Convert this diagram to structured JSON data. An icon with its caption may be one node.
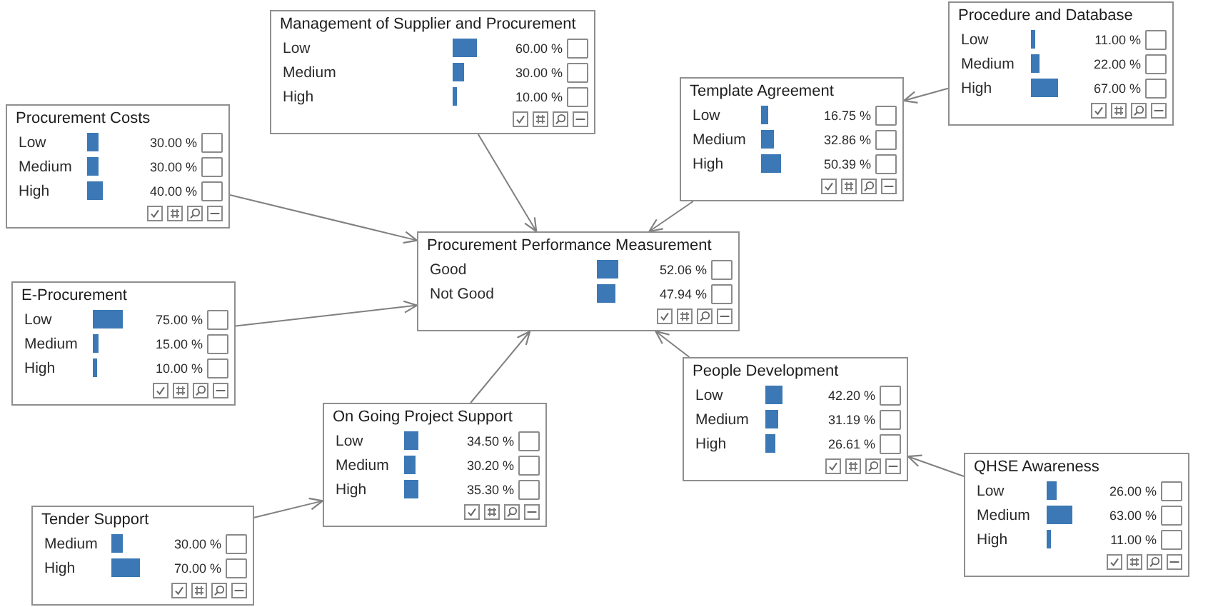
{
  "diagram": {
    "nodes": [
      {
        "text": [
          "Management of Supplier and Procurement",
          "Low",
          "60.00 %",
          "Medium",
          "30.00 %",
          "High",
          "10.00 %"
        ]
      },
      {
        "text": [
          "Procedure and Database",
          "Low",
          "11.00 %",
          "Medium",
          "22.00 %",
          "High",
          "67.00 %"
        ]
      },
      {
        "text": [
          "Template Agreement",
          "Low",
          "16.75 %",
          "Medium",
          "32.86 %",
          "High",
          "50.39 %"
        ]
      },
      {
        "text": [
          "Procurement Costs",
          "Low",
          "30.00 %",
          "Medium",
          "30.00 %",
          "High",
          "40.00 %"
        ]
      },
      {
        "text": [
          "Procurement Performance Measurement",
          "Good",
          "52.06 %",
          "Not Good",
          "47.94 %"
        ]
      },
      {
        "text": [
          "E-Procurement",
          "Low",
          "75.00 %",
          "Medium",
          "15.00 %",
          "High",
          "10.00 %"
        ]
      },
      {
        "text": [
          "People Development",
          "Low",
          "42.20 %",
          "Medium",
          "31.19 %",
          "High",
          "26.61 %"
        ]
      },
      {
        "text": [
          "On Going Project Support",
          "Low",
          "34.50 %",
          "Medium",
          "30.20 %",
          "High",
          "35.30 %"
        ]
      },
      {
        "text": [
          "QHSE Awareness",
          "Low",
          "26.00 %",
          "Medium",
          "63.00 %",
          "High",
          "11.00 %"
        ]
      },
      {
        "text": [
          "Tender Support",
          "Medium",
          "30.00 %",
          "High",
          "70.00 %"
        ]
      }
    ],
    "edges": [
      {
        "from": 0,
        "to": 4,
        "arrow": "to"
      },
      {
        "from": 1,
        "to": 2,
        "arrow": "to"
      },
      {
        "from": 2,
        "to": 4,
        "arrow": "to"
      },
      {
        "from": 3,
        "to": 4,
        "arrow": "to"
      },
      {
        "from": 5,
        "to": 4,
        "arrow": "to"
      },
      {
        "from": 6,
        "to": 4,
        "arrow": "to"
      },
      {
        "from": 7,
        "to": 4,
        "arrow": "to"
      },
      {
        "from": 8,
        "to": 6,
        "arrow": "to"
      },
      {
        "from": 9,
        "to": 7,
        "arrow": "to"
      }
    ]
  }
}
